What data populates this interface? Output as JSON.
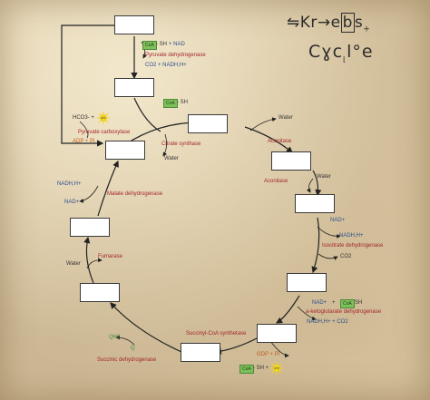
{
  "title": {
    "line1": "Krebs",
    "line2": "Cycle"
  },
  "steps": [
    {
      "enzyme": "Pyruvate dehydrogenase",
      "in": [
        "CoA",
        "SH",
        "NAD"
      ],
      "out": "CO2 + NADH,H+"
    },
    {
      "enzyme": "Pyruvate carboxylase",
      "in": "HCO3- + ATP",
      "out": "ADP + Pi"
    },
    {
      "enzyme": "Citrate synthase",
      "in": [
        "CoA",
        "SH"
      ],
      "out": "Water"
    },
    {
      "enzyme": "Aconitase",
      "in": "Water",
      "out": "Water"
    },
    {
      "enzyme": "Isocitrate dehydrogenase",
      "in": "NAD+",
      "out": "NADH,H+ ; CO2"
    },
    {
      "enzyme": "a-ketoglutarate dehydrogenase",
      "in": "NAD+ + CoA-SH",
      "out": "NADH,H+ + CO2"
    },
    {
      "enzyme": "Succinyl-CoA synthetase",
      "in": "GDP + Pi",
      "out": "CoA-SH + GTP"
    },
    {
      "enzyme": "Succinic dehydrogenase",
      "in": "Q",
      "out": "QH2"
    },
    {
      "enzyme": "Fumarase",
      "in": "Water",
      "out": ""
    },
    {
      "enzyme": "Malate dehydrogenase",
      "in": "NAD+",
      "out": "NADH,H+"
    }
  ],
  "labels": {
    "coa": "CoA",
    "sh": "SH",
    "sh_dash": "- SH",
    "nad_top": "+ NAD",
    "co2_nadh_top": "CO2 + NADH,H+",
    "pyruvate_dh": "Pyruvate dehydrogenase",
    "hco3": "HCO3- +",
    "pyruvate_carb": "Pyruvate carboxylase",
    "adp_pi": "ADP + Pi",
    "citrate_synthase": "Citrate synthase",
    "water_citrate": "Water",
    "water_aconitase_in": "Water",
    "aconitase_top": "Aconitase",
    "water_aconitase_out": "Water",
    "aconitase_bottom": "Aconitase",
    "nad_isocit": "NAD+",
    "nadh_isocit": "NADH,H+",
    "isocitrate_dh": "Isocitrate dehydrogenase",
    "co2_isocit": "CO2",
    "nad_akg": "NAD+",
    "plus_akg": "+",
    "akg_dh": "a-ketoglutarate dehydrogenase",
    "nadh_akg": "NADH,H+ + CO2",
    "succinyl_synth": "Succinyl-CoA synthetase",
    "gdp_pi": "GDP + Pi",
    "sh_plus": "- SH +",
    "qh2": "QH2",
    "q": "Q",
    "succinic_dh": "Succinic dehydrogenase",
    "fumarase": "Fumarase",
    "water_fumarase": "Water",
    "malate_dh": "Malate dehydrogenase",
    "nadh_malate": "NADH,H+",
    "nad_malate": "NAD+",
    "atp": "ATP",
    "gtp": "GTP"
  },
  "colors": {
    "enzyme": "#a4262c",
    "cofactor": "#2d4f8c",
    "coa_fill": "#7dbf5a",
    "sun": "#f2d21f"
  },
  "icons": [
    "sun-energy-icon"
  ]
}
